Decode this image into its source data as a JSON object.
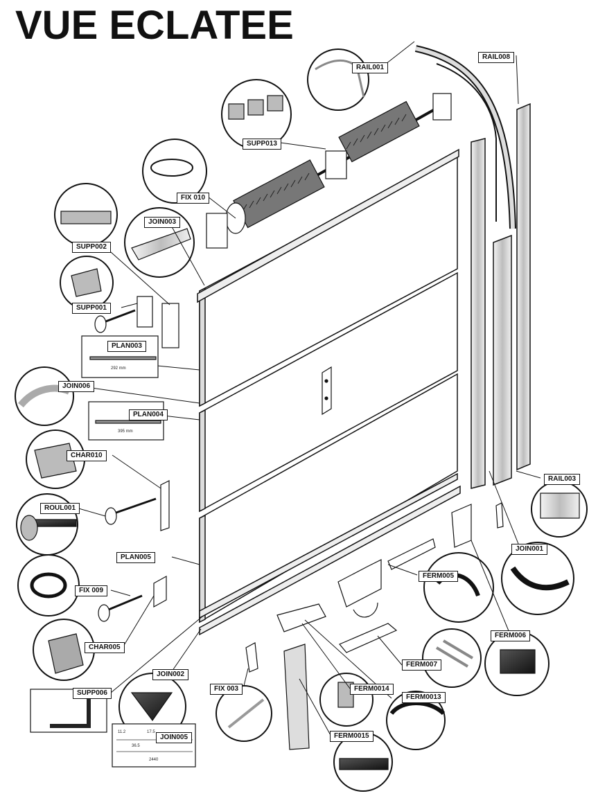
{
  "title": "VUE ECLATEE",
  "labels": {
    "rail001": "RAIL001",
    "rail008": "RAIL008",
    "supp013": "SUPP013",
    "fix010": "FIX 010",
    "join003": "JOIN003",
    "supp002": "SUPP002",
    "supp001": "SUPP001",
    "plan003": "PLAN003",
    "join006": "JOIN006",
    "plan004": "PLAN004",
    "char010": "CHAR010",
    "roul001": "ROUL001",
    "plan005": "PLAN005",
    "fix009": "FIX 009",
    "char005": "CHAR005",
    "supp006": "SUPP006",
    "join002": "JOIN002",
    "join005": "JOIN005",
    "fix003": "FIX 003",
    "ferm0014": "FERM0014",
    "ferm0013": "FERM0013",
    "ferm0015": "FERM0015",
    "ferm007": "FERM007",
    "ferm006": "FERM006",
    "ferm005": "FERM005",
    "join001": "JOIN001",
    "rail003": "RAIL003"
  },
  "dimensions": {
    "plan003_length": "292 mm",
    "plan004_length": "395 mm",
    "join005_d1": "11.2",
    "join005_d2": "17.5",
    "join005_d3": "36.5",
    "join005_d4": "2440"
  },
  "colors": {
    "ink": "#111111",
    "paper": "#ffffff",
    "shade": "#8a8a8a"
  }
}
